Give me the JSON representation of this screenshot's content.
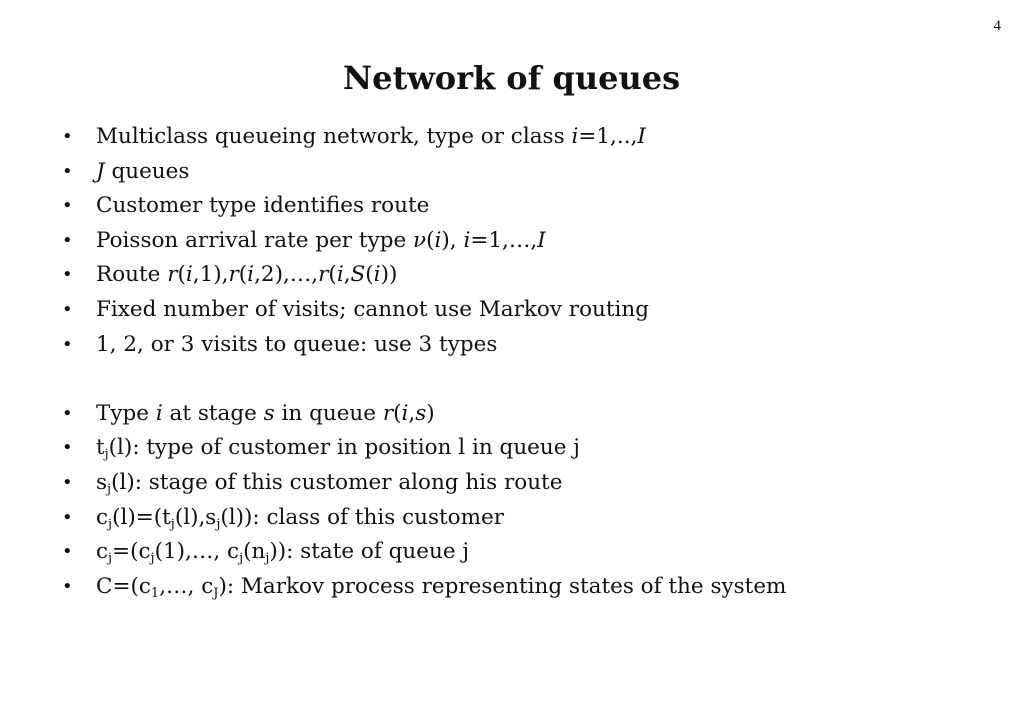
{
  "page_number": "4",
  "title": "Network of queues",
  "bullet_symbol": "•",
  "bullets": [
    {
      "parts": [
        {
          "t": "Multiclass queueing network, type or class "
        },
        {
          "t": "i",
          "s": "i"
        },
        {
          "t": "=1,..,"
        },
        {
          "t": "I",
          "s": "i"
        }
      ]
    },
    {
      "parts": [
        {
          "t": "J",
          "s": "i"
        },
        {
          "t": " queues"
        }
      ]
    },
    {
      "parts": [
        {
          "t": "Customer type identifies route"
        }
      ]
    },
    {
      "parts": [
        {
          "t": "Poisson arrival rate per type "
        },
        {
          "t": "ν",
          "s": "i"
        },
        {
          "t": "("
        },
        {
          "t": "i",
          "s": "i"
        },
        {
          "t": "), "
        },
        {
          "t": "i",
          "s": "i"
        },
        {
          "t": "=1,…,"
        },
        {
          "t": "I",
          "s": "i"
        }
      ]
    },
    {
      "parts": [
        {
          "t": "Route "
        },
        {
          "t": "r",
          "s": "i"
        },
        {
          "t": "("
        },
        {
          "t": "i",
          "s": "i"
        },
        {
          "t": ",1),"
        },
        {
          "t": "r",
          "s": "i"
        },
        {
          "t": "("
        },
        {
          "t": "i",
          "s": "i"
        },
        {
          "t": ",2),…,"
        },
        {
          "t": "r",
          "s": "i"
        },
        {
          "t": "("
        },
        {
          "t": "i",
          "s": "i"
        },
        {
          "t": ","
        },
        {
          "t": "S",
          "s": "i"
        },
        {
          "t": "("
        },
        {
          "t": "i",
          "s": "i"
        },
        {
          "t": "))"
        }
      ]
    },
    {
      "parts": [
        {
          "t": "Fixed number of visits; cannot use Markov routing"
        }
      ]
    },
    {
      "parts": [
        {
          "t": "1, 2, or 3 visits to queue: use 3 types"
        }
      ]
    },
    {
      "gap": true,
      "parts": [
        {
          "t": "Type "
        },
        {
          "t": "i",
          "s": "i"
        },
        {
          "t": " at stage "
        },
        {
          "t": "s",
          "s": "i"
        },
        {
          "t": " in queue "
        },
        {
          "t": "r",
          "s": "i"
        },
        {
          "t": "("
        },
        {
          "t": "i",
          "s": "i"
        },
        {
          "t": ","
        },
        {
          "t": "s",
          "s": "i"
        },
        {
          "t": ")"
        }
      ]
    },
    {
      "parts": [
        {
          "t": "t"
        },
        {
          "t": "j",
          "s": "sub"
        },
        {
          "t": "(l): type of customer in position l in queue j"
        }
      ]
    },
    {
      "parts": [
        {
          "t": "s"
        },
        {
          "t": "j",
          "s": "sub"
        },
        {
          "t": "(l): stage of this customer along his route"
        }
      ]
    },
    {
      "parts": [
        {
          "t": "c"
        },
        {
          "t": "j",
          "s": "sub"
        },
        {
          "t": "(l)=(t"
        },
        {
          "t": "j",
          "s": "sub"
        },
        {
          "t": "(l),s"
        },
        {
          "t": "j",
          "s": "sub"
        },
        {
          "t": "(l)): class of this customer"
        }
      ]
    },
    {
      "parts": [
        {
          "t": "c"
        },
        {
          "t": "j",
          "s": "sub"
        },
        {
          "t": "=(c"
        },
        {
          "t": "j",
          "s": "sub"
        },
        {
          "t": "(1),…, c"
        },
        {
          "t": "j",
          "s": "sub"
        },
        {
          "t": "(n"
        },
        {
          "t": "j",
          "s": "sub"
        },
        {
          "t": ")): state of queue j"
        }
      ]
    },
    {
      "parts": [
        {
          "t": "C=(c"
        },
        {
          "t": "1",
          "s": "sub"
        },
        {
          "t": ",…, c"
        },
        {
          "t": "J",
          "s": "sub"
        },
        {
          "t": "): Markov process representing states of the system"
        }
      ]
    }
  ]
}
